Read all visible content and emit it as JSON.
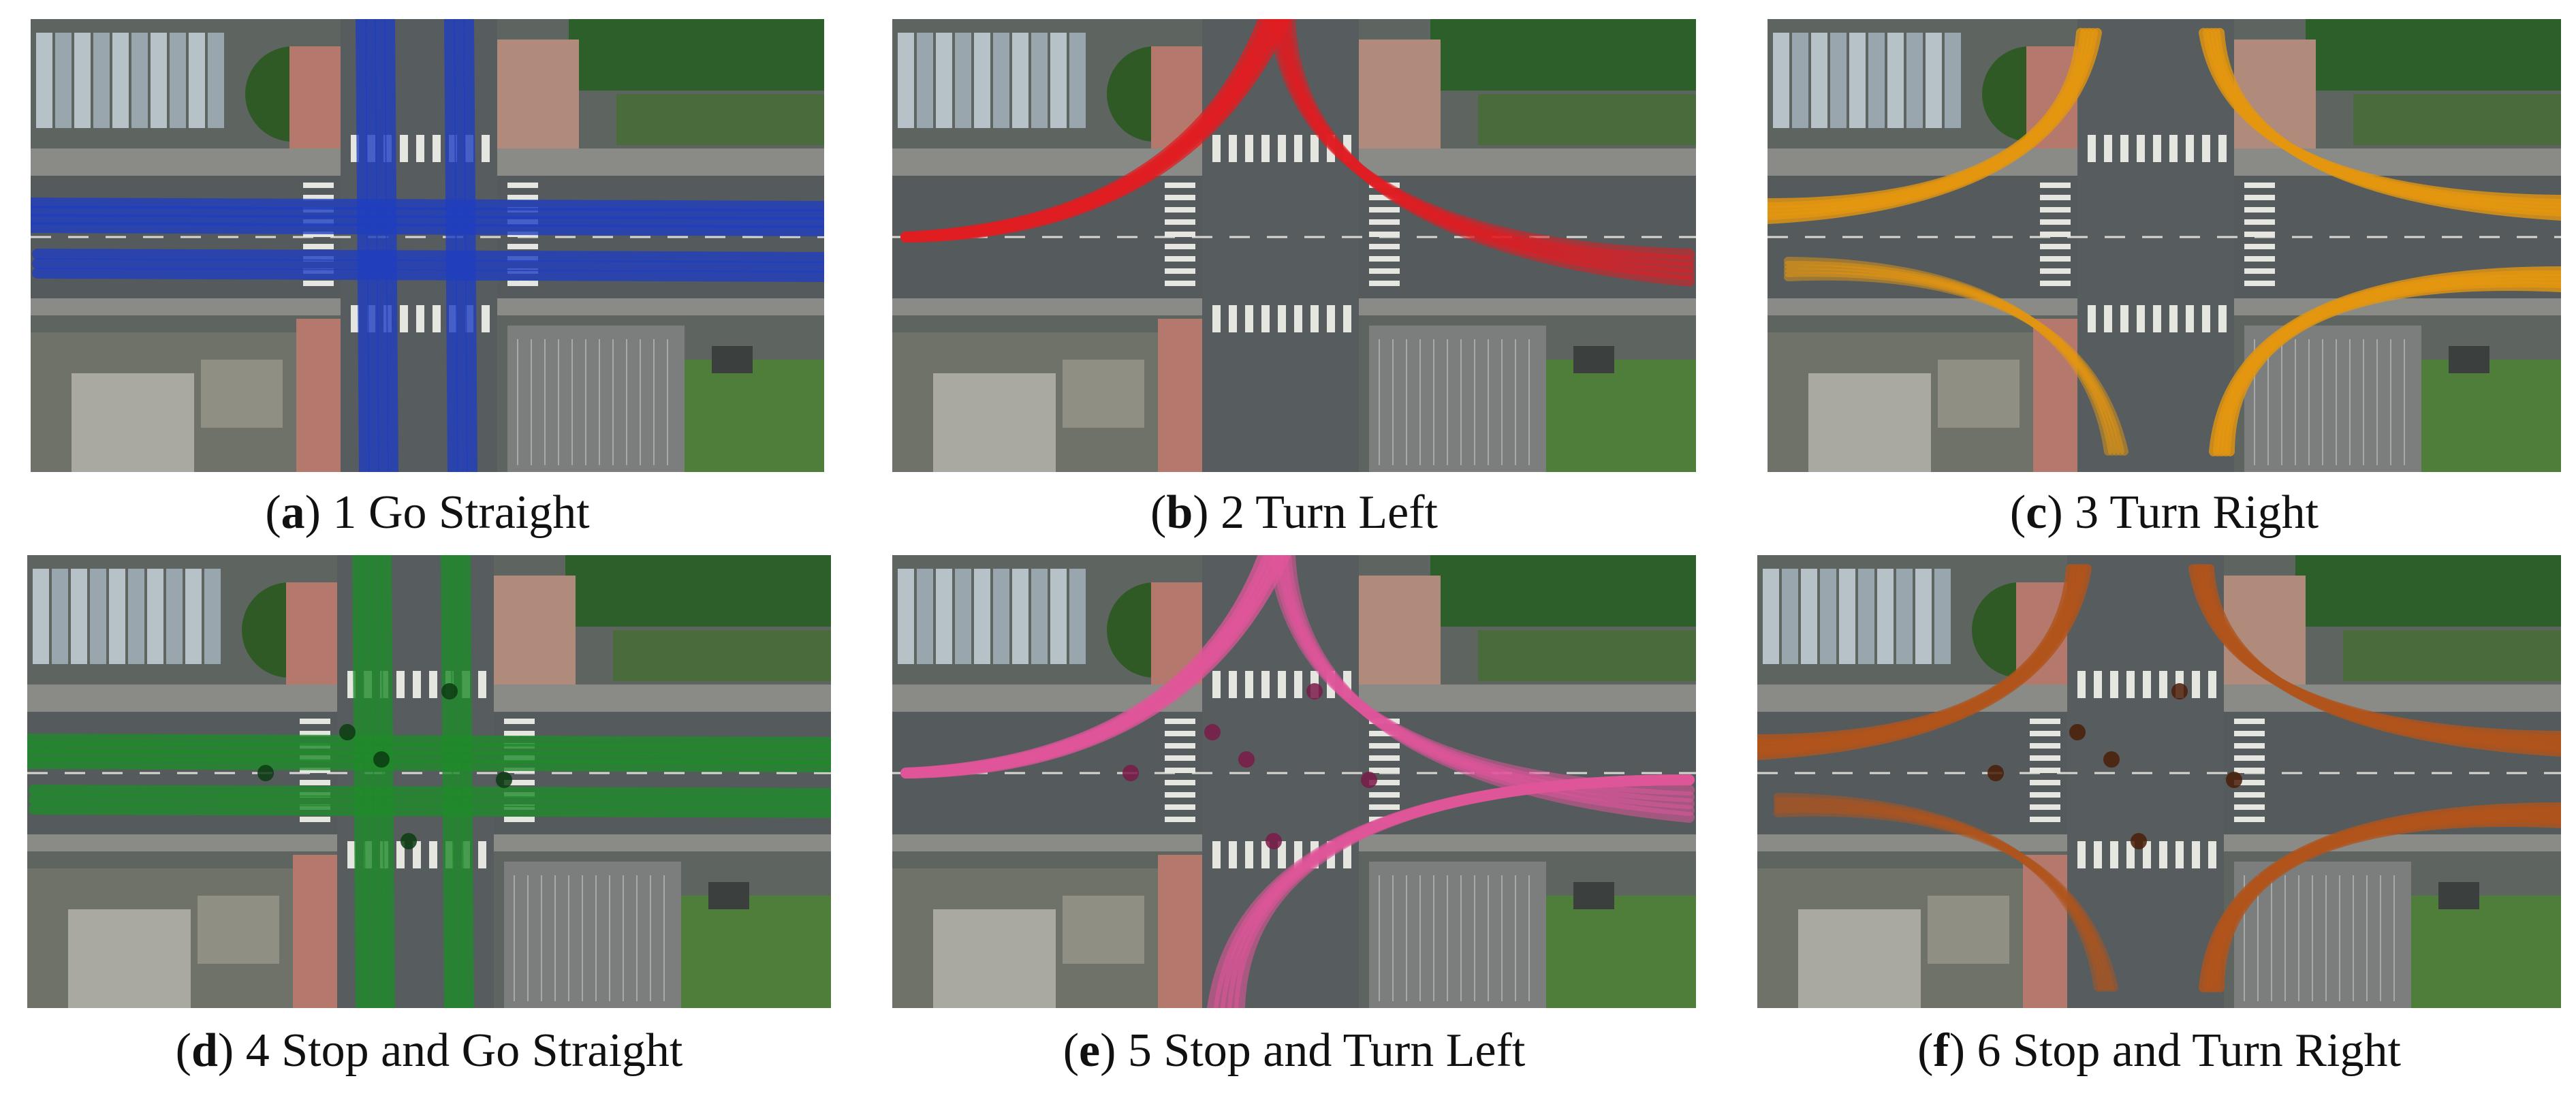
{
  "panels": [
    {
      "letter": "a",
      "label": "1 Go Straight",
      "color": "#1f3fbf",
      "dark": "#10247a",
      "pattern": "straight"
    },
    {
      "letter": "b",
      "label": "2 Turn Left",
      "color": "#e01e22",
      "dark": "#8c0b0e",
      "pattern": "left"
    },
    {
      "letter": "c",
      "label": "3 Turn Right",
      "color": "#e3960f",
      "dark": "#8f5a05",
      "pattern": "right"
    },
    {
      "letter": "d",
      "label": "4 Stop and Go Straight",
      "color": "#1f8a2a",
      "dark": "#0c3b12",
      "pattern": "straight"
    },
    {
      "letter": "e",
      "label": "5 Stop and Turn Left",
      "color": "#e0559a",
      "dark": "#7a1a48",
      "pattern": "left"
    },
    {
      "letter": "f",
      "label": "6 Stop and Turn Right",
      "color": "#b0541b",
      "dark": "#4a1d07",
      "pattern": "right"
    }
  ]
}
